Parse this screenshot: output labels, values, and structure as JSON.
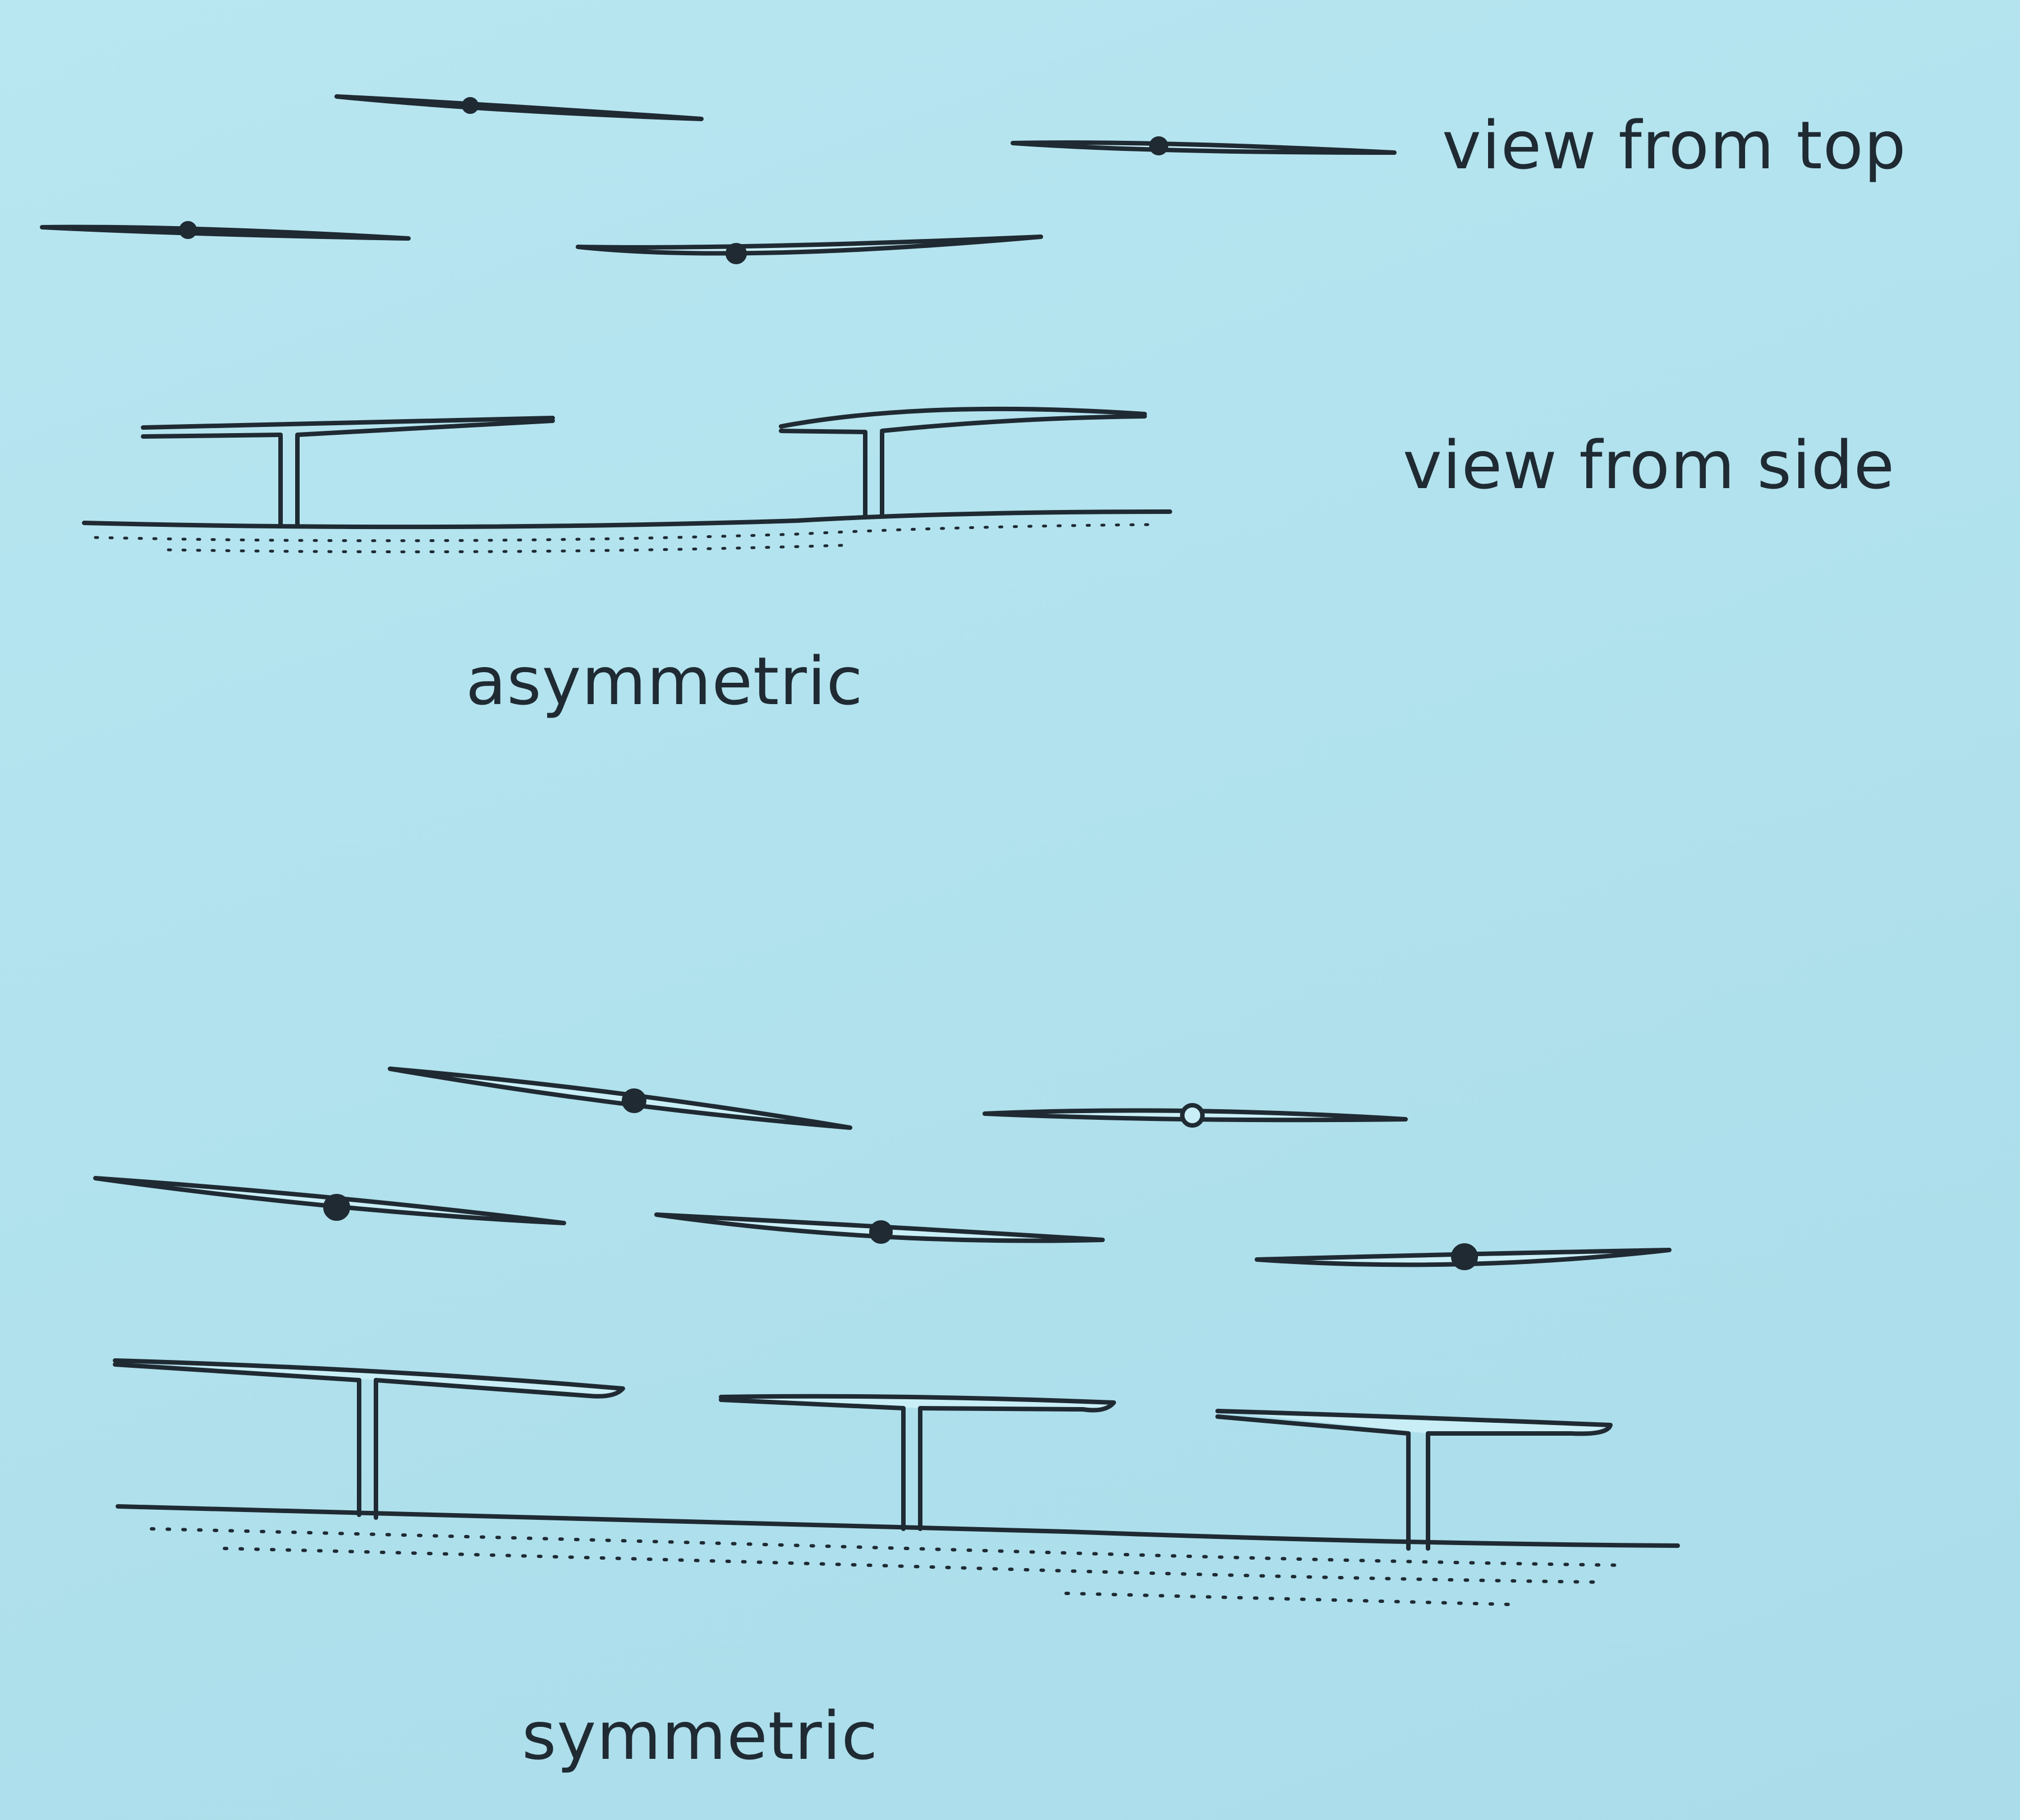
{
  "labels": {
    "view_from_top": "view from top",
    "view_from_side": "view from side",
    "asymmetric": "asymmetric",
    "symmetric": "symmetric"
  },
  "colors": {
    "background": "#b4e3ee",
    "ink": "#1f2a33"
  }
}
